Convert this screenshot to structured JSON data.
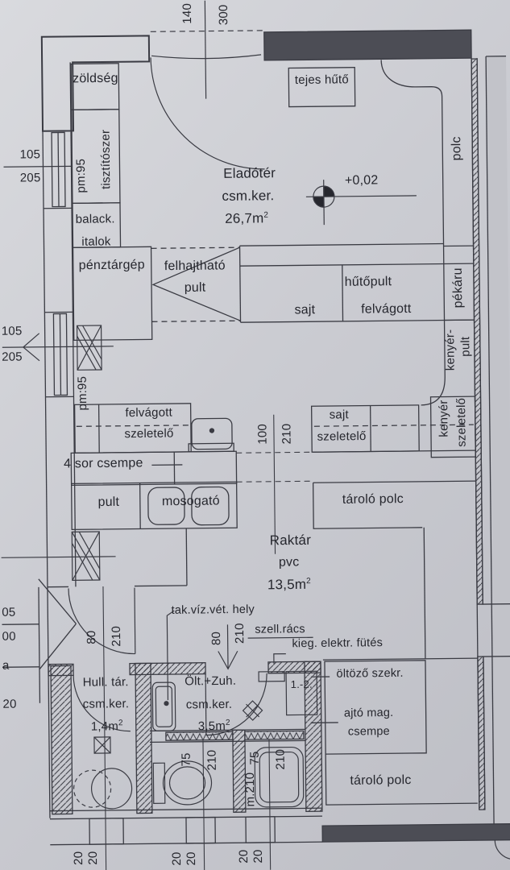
{
  "drawing": {
    "type": "floor plan",
    "paper_color": "#cbccd2",
    "ink_color": "#3a3b43"
  },
  "rooms": {
    "sales": {
      "name": "Eladótér",
      "finish": "csm.ker.",
      "area": "26,7m",
      "area_sup": "2",
      "level": "+0,02"
    },
    "storage": {
      "name": "Raktár",
      "finish": "pvc",
      "area": "13,5m",
      "area_sup": "2"
    },
    "waste": {
      "name": "Hull. tár.",
      "finish": "csm.ker.",
      "area": "1,4m",
      "area_sup": "2"
    },
    "changing": {
      "name": "Ölt.+Zuh.",
      "finish": "csm.ker.",
      "area": "3,5m",
      "area_sup": "2"
    }
  },
  "fixtures": {
    "zoldseg": "zöldség",
    "tisztitoszer": "tisztítószer",
    "pm95_top": "pm:95",
    "pm95_mid": "pm:95",
    "balack": "balack.",
    "italok": "italok",
    "penztargep": "pénztárgép",
    "felhajthato": "felhajtható",
    "felhajthato_pult": "pult",
    "tejes_huto": "tejes hűtő",
    "polc": "polc",
    "hutopult": "hűtőpult",
    "sajt": "sajt",
    "felvagott": "felvágott",
    "pekaru": "pékáru",
    "kenyer_pult_1": "kenyér-",
    "kenyer_pult_2": "pult",
    "sajt_szeletelo_1": "sajt",
    "sajt_szeletelo_2": "szeletelő",
    "kenyer_szeletelo_1": "kenyér",
    "kenyer_szeletelo_2": "szeletelő",
    "felvagott_szeletelo_1": "felvágott",
    "felvagott_szeletelo_2": "szeletelő",
    "negy_sor_csempe": "4 sor csempe",
    "pult": "pult",
    "mosogato": "mosogató",
    "tarolo_polc_top": "tároló polc",
    "tarolo_polc_bottom": "tároló polc",
    "tak_viz": "tak.víz.vét. hely",
    "szell_racs": "szell.rács",
    "kieg_futes": "kieg. elektr. fütés",
    "oltozo_szekr": "öltöző szekr.",
    "ajto_mag_1": "ajtó mag.",
    "ajto_mag_2": "csempe",
    "lockers": "1.-2."
  },
  "dims": {
    "entry": {
      "w": "140",
      "h": "300"
    },
    "window1": {
      "w": "105",
      "h": "205"
    },
    "window2": {
      "w": "105",
      "h": "205"
    },
    "storage_door": {
      "w": "100",
      "h": "210"
    },
    "corridor_door": {
      "w": "80",
      "h": "210"
    },
    "changing_door": {
      "w": "80",
      "h": "210"
    },
    "wc_door": {
      "w": "75",
      "h": "210"
    },
    "shower_door": {
      "w": "75",
      "h": "210",
      "m": "m.210"
    },
    "edge_partials": [
      "05",
      "00",
      "a",
      "20"
    ],
    "piers": [
      [
        "20",
        "20"
      ],
      [
        "20",
        "20"
      ],
      [
        "20",
        "20"
      ]
    ]
  }
}
